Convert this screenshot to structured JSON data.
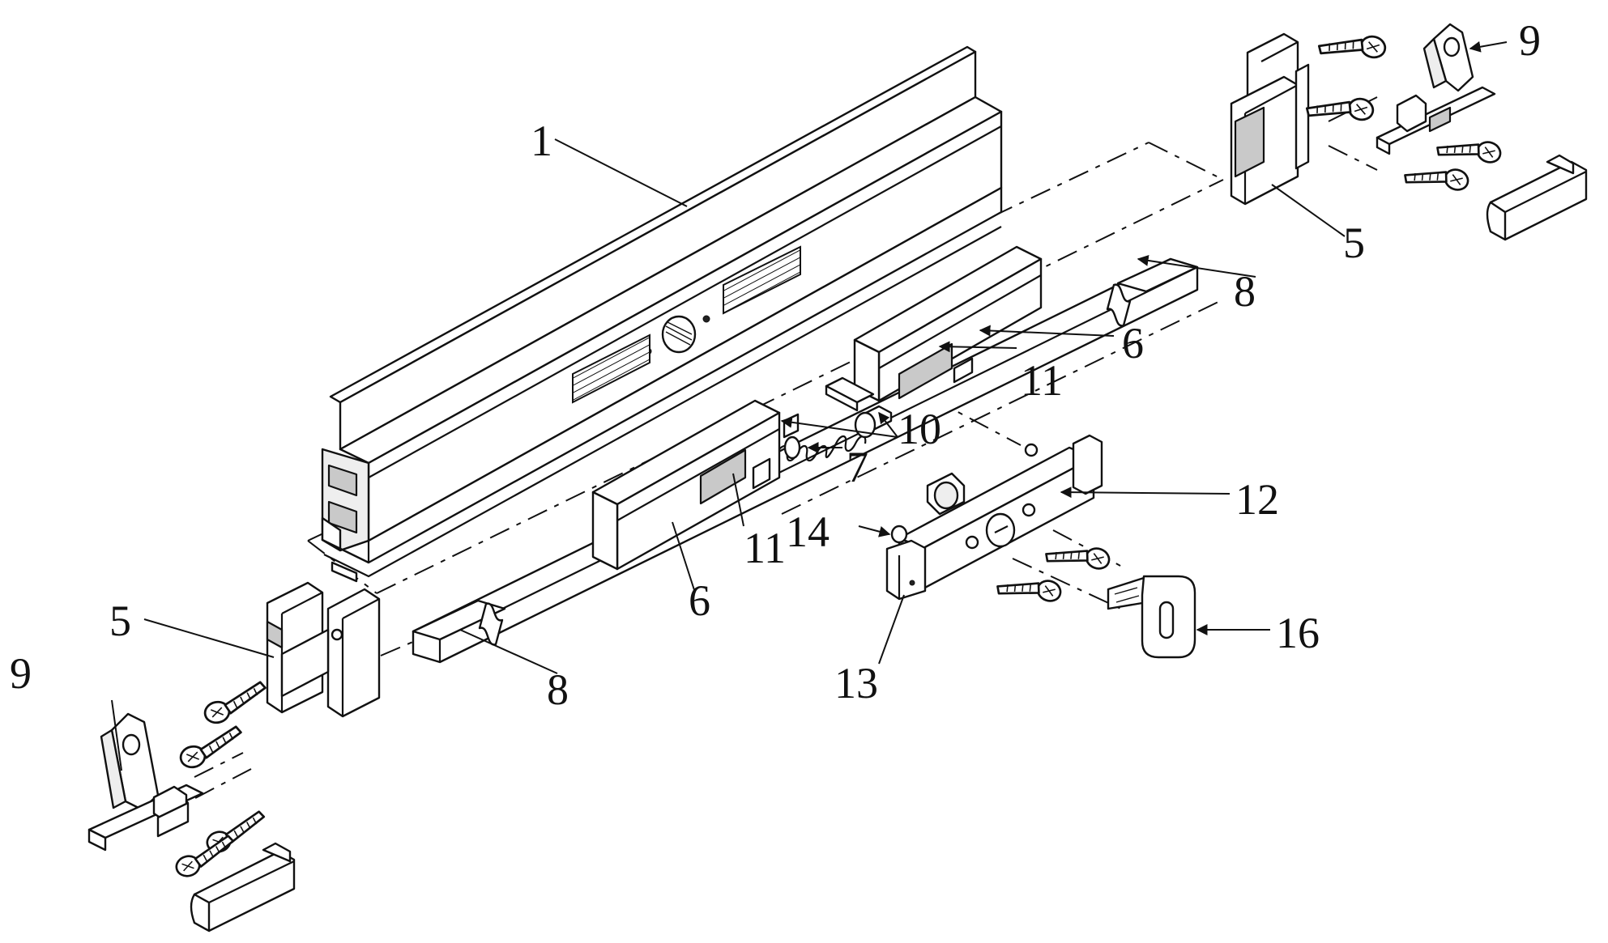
{
  "labels": {
    "l1": "1",
    "l5a": "5",
    "l5b": "5",
    "l6a": "6",
    "l6b": "6",
    "l7": "7",
    "l8a": "8",
    "l8b": "8",
    "l9a": "9",
    "l9b": "9",
    "l10": "10",
    "l11a": "11",
    "l11b": "11",
    "l12": "12",
    "l13": "13",
    "l14": "14",
    "l16": "16"
  }
}
